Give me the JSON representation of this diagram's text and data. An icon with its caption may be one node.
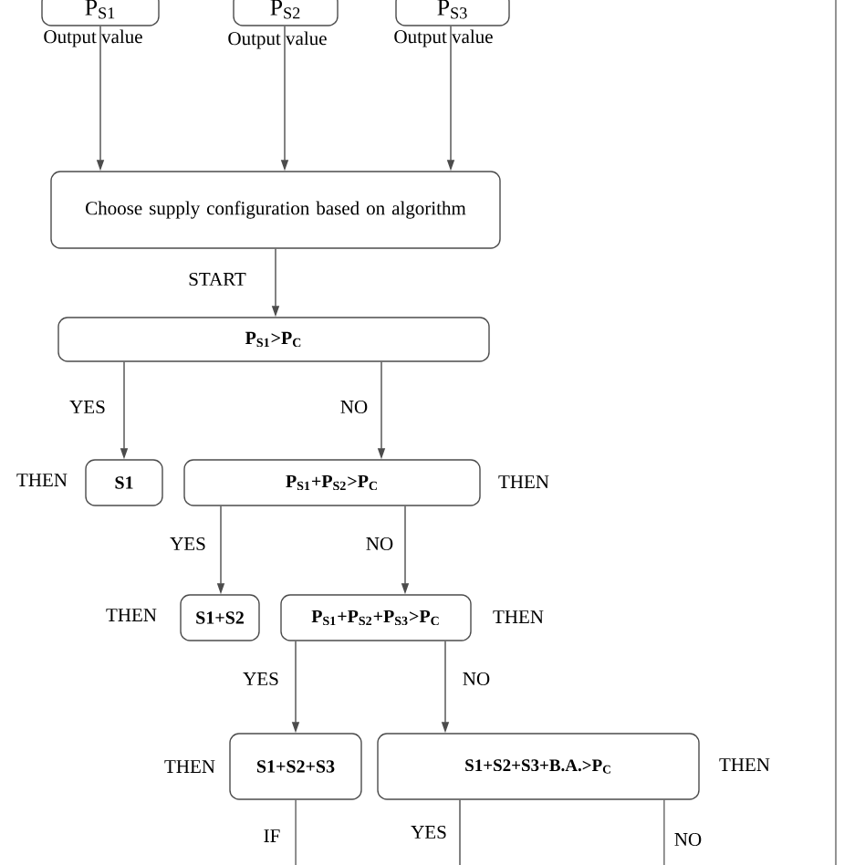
{
  "diagram": {
    "nodes": [
      {
        "text": [
          "P$_{S1}$"
        ],
        "beside": [
          "Output value"
        ]
      },
      {
        "text": [
          "P$_{S2}$"
        ],
        "beside": [
          "Output value"
        ]
      },
      {
        "text": [
          "P$_{S3}$"
        ],
        "beside": [
          "Output value"
        ]
      },
      {
        "text": [
          "Choose supply configuration based on algorithm"
        ]
      },
      {
        "text": [
          "P$_{S1}$>P$_{C}$"
        ]
      },
      {
        "text": [
          "S1"
        ],
        "beside": [
          "THEN"
        ]
      },
      {
        "text": [
          "P$_{S1}$+P$_{S2}$>P$_{C}$"
        ],
        "beside": [
          "THEN"
        ]
      },
      {
        "text": [
          "S1+S2"
        ],
        "beside": [
          "THEN"
        ]
      },
      {
        "text": [
          "P$_{S1}$+P$_{S2}$+P$_{S3}$>P$_{C}$"
        ],
        "beside": [
          "THEN"
        ]
      },
      {
        "text": [
          "S1+S2+S3"
        ],
        "beside": [
          "THEN"
        ]
      },
      {
        "text": [
          "S1+S2+S3+B.A.>P$_{C}$"
        ],
        "beside": [
          "THEN"
        ]
      }
    ],
    "edges": [
      {
        "from": 0,
        "to": 3,
        "arrow": "to"
      },
      {
        "from": 1,
        "to": 3,
        "arrow": "to"
      },
      {
        "from": 2,
        "to": 3,
        "arrow": "to"
      },
      {
        "from": 3,
        "to": 4,
        "arrow": "to",
        "label": "START"
      },
      {
        "from": 4,
        "to": 5,
        "arrow": "to",
        "label": "YES"
      },
      {
        "from": 4,
        "to": 6,
        "arrow": "to",
        "label": "NO"
      },
      {
        "from": 6,
        "to": 7,
        "arrow": "to",
        "label": "YES"
      },
      {
        "from": 6,
        "to": 8,
        "arrow": "to",
        "label": "NO"
      },
      {
        "from": 8,
        "to": 9,
        "arrow": "to",
        "label": "YES"
      },
      {
        "from": 8,
        "to": 10,
        "arrow": "to",
        "label": "NO"
      },
      {
        "from": 9,
        "to": null,
        "arrow": "none",
        "label": "IF"
      },
      {
        "from": 10,
        "to": null,
        "arrow": "none",
        "label": "YES"
      },
      {
        "from": 10,
        "to": null,
        "arrow": "none",
        "label": "NO"
      }
    ]
  }
}
